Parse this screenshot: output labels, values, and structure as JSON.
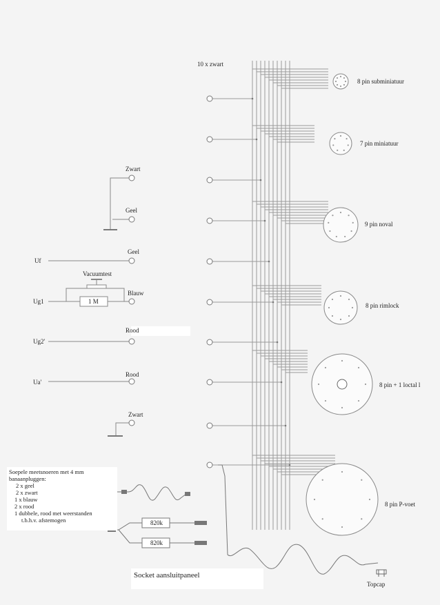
{
  "labels": {
    "ten_black": "10 x zwart",
    "zwart_top": "Zwart",
    "geel_top": "Geel",
    "geel_uf": "Geel",
    "vacuumtest": "Vacuumtest",
    "blauw": "Blauw",
    "rood_ug2": "Rood",
    "rood_ua": "Rood",
    "zwart_bottom": "Zwart",
    "uf": "Uf",
    "ug1": "Ug1",
    "ug2": "Ug2'",
    "ua": "Ua'",
    "resistor_1m": "1 M",
    "resistor_820k_a": "820k",
    "resistor_820k_b": "820k",
    "topcap": "Topcap"
  },
  "sockets": [
    {
      "label": "8 pin subminiatuur"
    },
    {
      "label": "7 pin miniatuur"
    },
    {
      "label": "9 pin noval"
    },
    {
      "label": "8 pin rimlock"
    },
    {
      "label": "8 pin + 1 loctal l"
    },
    {
      "label": "8 pin P-voet"
    }
  ],
  "notes": {
    "heading_1": "Soepele meetsnoeren met 4 mm",
    "heading_2": "banaanpluggen:",
    "items": [
      "2 x geel",
      "2 x zwart",
      "1 x blauw",
      "2 x rood",
      "1 dubbele, rood  met weerstanden",
      "t.b.h.v.  afstemogen"
    ]
  },
  "title": "Socket aansluitpaneel"
}
